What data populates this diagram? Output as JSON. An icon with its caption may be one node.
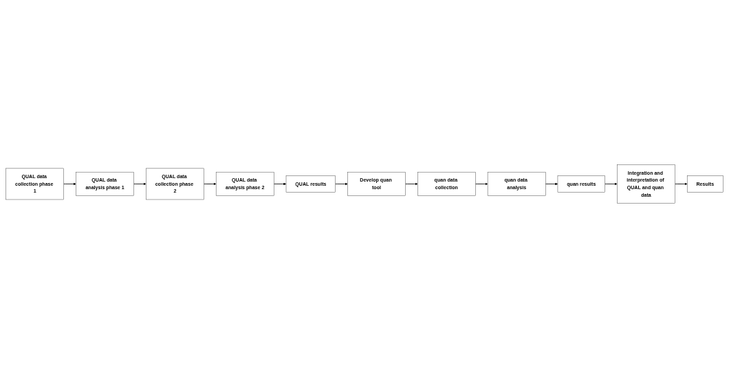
{
  "diagram": {
    "nodes": [
      {
        "text": [
          "QUAL data collection phase 1"
        ]
      },
      {
        "text": [
          "QUAL data analysis phase 1"
        ]
      },
      {
        "text": [
          "QUAL data collection phase 2"
        ]
      },
      {
        "text": [
          "QUAL data analysis phase 2"
        ]
      },
      {
        "text": [
          "QUAL results"
        ]
      },
      {
        "text": [
          "Develop quan tool"
        ]
      },
      {
        "text": [
          "quan data collection"
        ]
      },
      {
        "text": [
          "quan data analysis"
        ]
      },
      {
        "text": [
          "quan results"
        ]
      },
      {
        "text": [
          "Integration and interpretation of QUAL and quan data"
        ]
      },
      {
        "text": [
          "Results"
        ]
      }
    ],
    "edges": [
      {
        "from": 0,
        "to": 1,
        "arrow": "to"
      },
      {
        "from": 1,
        "to": 2,
        "arrow": "to"
      },
      {
        "from": 2,
        "to": 3,
        "arrow": "to"
      },
      {
        "from": 3,
        "to": 4,
        "arrow": "to"
      },
      {
        "from": 4,
        "to": 5,
        "arrow": "to"
      },
      {
        "from": 5,
        "to": 6,
        "arrow": "to"
      },
      {
        "from": 6,
        "to": 7,
        "arrow": "to"
      },
      {
        "from": 7,
        "to": 8,
        "arrow": "to"
      },
      {
        "from": 8,
        "to": 9,
        "arrow": "to"
      },
      {
        "from": 9,
        "to": 10,
        "arrow": "to"
      }
    ]
  }
}
